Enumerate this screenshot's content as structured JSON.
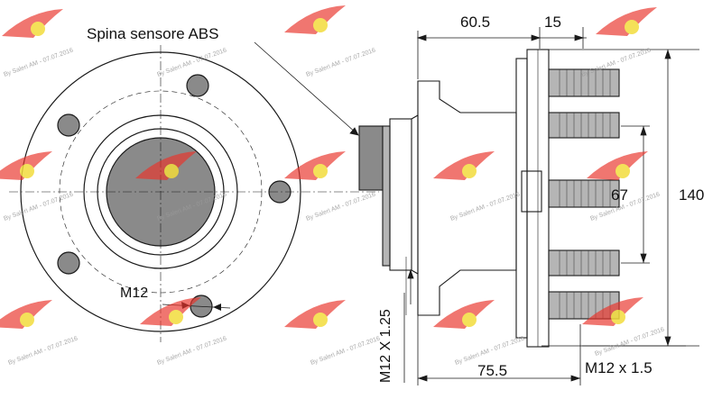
{
  "labels": {
    "abs_pin": "Spina sensore ABS",
    "dim_width": "60.5",
    "dim_flange": "15",
    "dim_diameter_outer": "140",
    "dim_pcd": "67",
    "dim_thread_left": "M12",
    "dim_thread_vertical": "M12 X 1.25",
    "dim_length": "75.5",
    "dim_stud_thread": "M12 x 1.5"
  },
  "watermark": {
    "text": "By Saleri AM - 07.07.2016"
  },
  "colors": {
    "line": "#1a1a1a",
    "fill_grey": "#8a8a8a",
    "fill_light": "#b5b5b5",
    "watermark_red": "#e8342c",
    "watermark_yellow": "#f2dc3c"
  }
}
